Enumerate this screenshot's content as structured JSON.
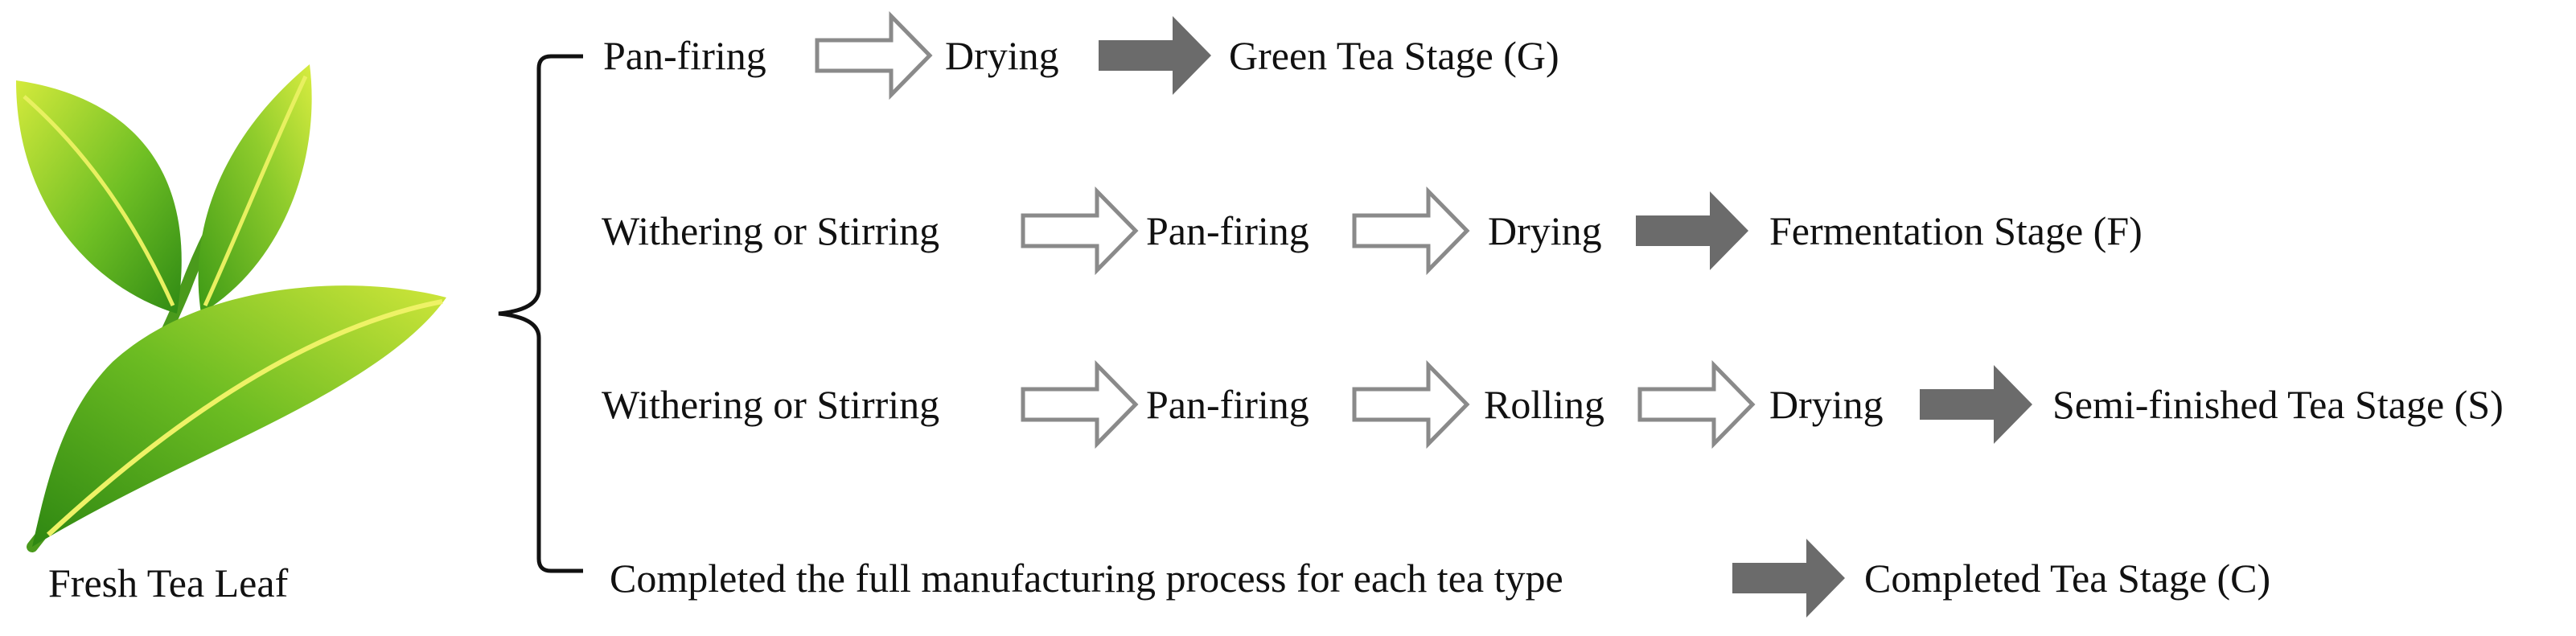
{
  "leaf_label": "Fresh Tea Leaf",
  "rows": [
    {
      "steps": [
        "Pan-firing",
        "Drying"
      ],
      "stage": "Green Tea Stage (G)"
    },
    {
      "steps": [
        "Withering or Stirring",
        "Pan-firing",
        "Drying"
      ],
      "stage": "Fermentation Stage (F)"
    },
    {
      "steps": [
        "Withering or Stirring",
        "Pan-firing",
        "Rolling",
        "Drying"
      ],
      "stage": "Semi-finished Tea Stage (S)"
    },
    {
      "steps": [
        "Completed the full manufacturing process for each tea type"
      ],
      "stage": "Completed Tea Stage (C)"
    }
  ],
  "colors": {
    "hollow_arrow_stroke": "#8a8a8a",
    "solid_arrow_fill": "#6b6b6b",
    "leaf_green": "#4aa01a",
    "leaf_light": "#c9e23a"
  }
}
